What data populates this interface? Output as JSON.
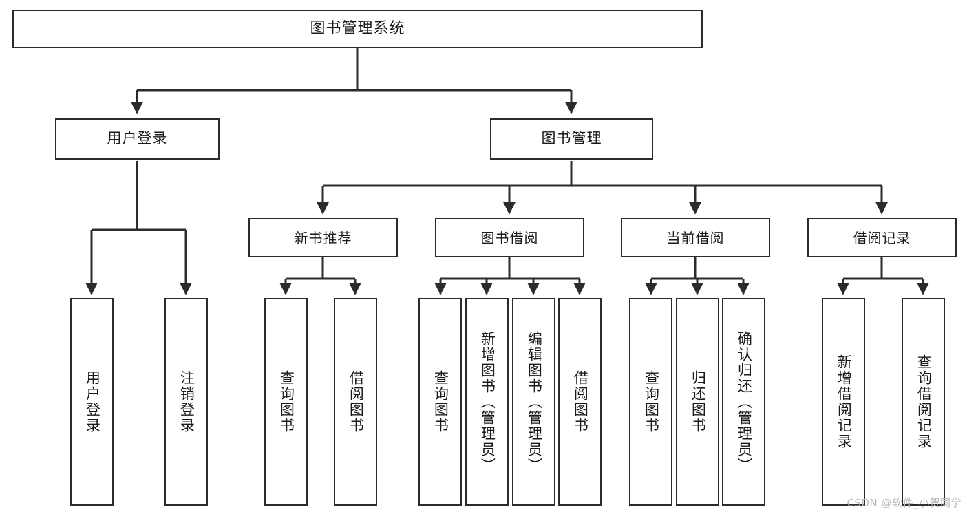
{
  "diagram": {
    "type": "tree",
    "title": "图书管理系统",
    "orientation": "top-down",
    "colors": {
      "box_border": "#2b2b2b",
      "box_fill": "#ffffff",
      "connector": "#2b2b2b",
      "text": "#1a1a1a",
      "watermark": "#b9b9b9"
    },
    "root": {
      "label": "图书管理系统"
    },
    "level2": [
      {
        "id": "user-login",
        "label": "用户登录"
      },
      {
        "id": "book-manage",
        "label": "图书管理"
      }
    ],
    "level3": [
      {
        "id": "new-book-recommend",
        "label": "新书推荐",
        "parent": "book-manage"
      },
      {
        "id": "book-borrow",
        "label": "图书借阅",
        "parent": "book-manage"
      },
      {
        "id": "current-borrow",
        "label": "当前借阅",
        "parent": "book-manage"
      },
      {
        "id": "borrow-record",
        "label": "借阅记录",
        "parent": "book-manage"
      }
    ],
    "leaves": [
      {
        "id": "leaf-user-login",
        "label": "用户登录",
        "parent": "user-login"
      },
      {
        "id": "leaf-user-logout",
        "label": "注销登录",
        "parent": "user-login"
      },
      {
        "id": "leaf-query-book-rec",
        "label": "查询图书",
        "parent": "new-book-recommend"
      },
      {
        "id": "leaf-borrow-book-rec",
        "label": "借阅图书",
        "parent": "new-book-recommend"
      },
      {
        "id": "leaf-query-book-borrow",
        "label": "查询图书",
        "parent": "book-borrow"
      },
      {
        "id": "leaf-add-book-admin",
        "label": "新增图书（管理员）",
        "parent": "book-borrow"
      },
      {
        "id": "leaf-edit-book-admin",
        "label": "编辑图书（管理员）",
        "parent": "book-borrow"
      },
      {
        "id": "leaf-borrow-book",
        "label": "借阅图书",
        "parent": "book-borrow"
      },
      {
        "id": "leaf-query-book-current",
        "label": "查询图书",
        "parent": "current-borrow"
      },
      {
        "id": "leaf-return-book",
        "label": "归还图书",
        "parent": "current-borrow"
      },
      {
        "id": "leaf-confirm-return-admin",
        "label": "确认归还（管理员）",
        "parent": "current-borrow"
      },
      {
        "id": "leaf-add-borrow-record",
        "label": "新增借阅记录",
        "parent": "borrow-record"
      },
      {
        "id": "leaf-query-borrow-record",
        "label": "查询借阅记录",
        "parent": "borrow-record"
      }
    ]
  },
  "watermark": {
    "text": "CSDN @软件_小贺同学"
  }
}
